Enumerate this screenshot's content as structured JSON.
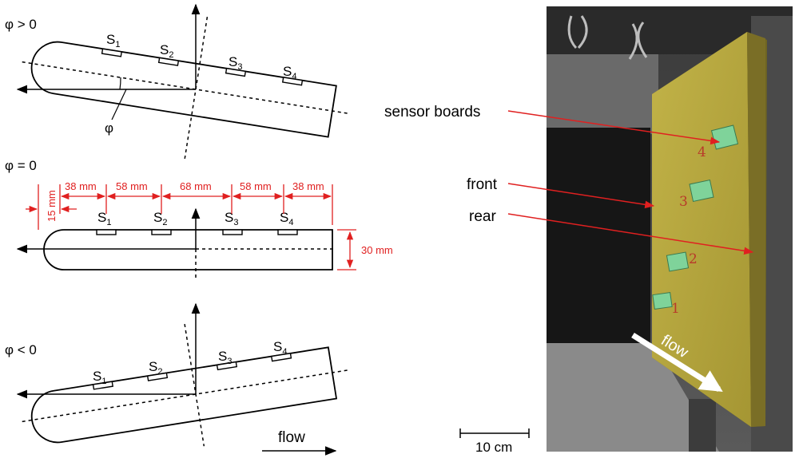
{
  "diagram_panels": {
    "phi_positive": {
      "label": "φ > 0",
      "angle_label": "φ"
    },
    "phi_zero": {
      "label": "φ = 0"
    },
    "phi_negative": {
      "label": "φ < 0"
    }
  },
  "sensors": {
    "positive": [
      "S1",
      "S2",
      "S3",
      "S4"
    ],
    "zero": [
      "S1",
      "S2",
      "S3",
      "S4"
    ],
    "negative": [
      "S1",
      "S2",
      "S3",
      "S4"
    ]
  },
  "dimensions": {
    "spacing": [
      "38 mm",
      "58 mm",
      "68 mm",
      "58 mm",
      "38 mm"
    ],
    "offset": "15 mm",
    "thickness": "30 mm"
  },
  "flow_label": "flow",
  "photo": {
    "annotations": [
      "sensor boards",
      "front",
      "rear"
    ],
    "flow_label": "flow",
    "handwritten_numbers": [
      "4",
      "3",
      "2",
      "1"
    ],
    "scale_bar": "10 cm"
  },
  "colors": {
    "dimension_red": "#e02020",
    "panel_yellow": "#b8a93c",
    "sensor_green": "#7fd39a"
  }
}
